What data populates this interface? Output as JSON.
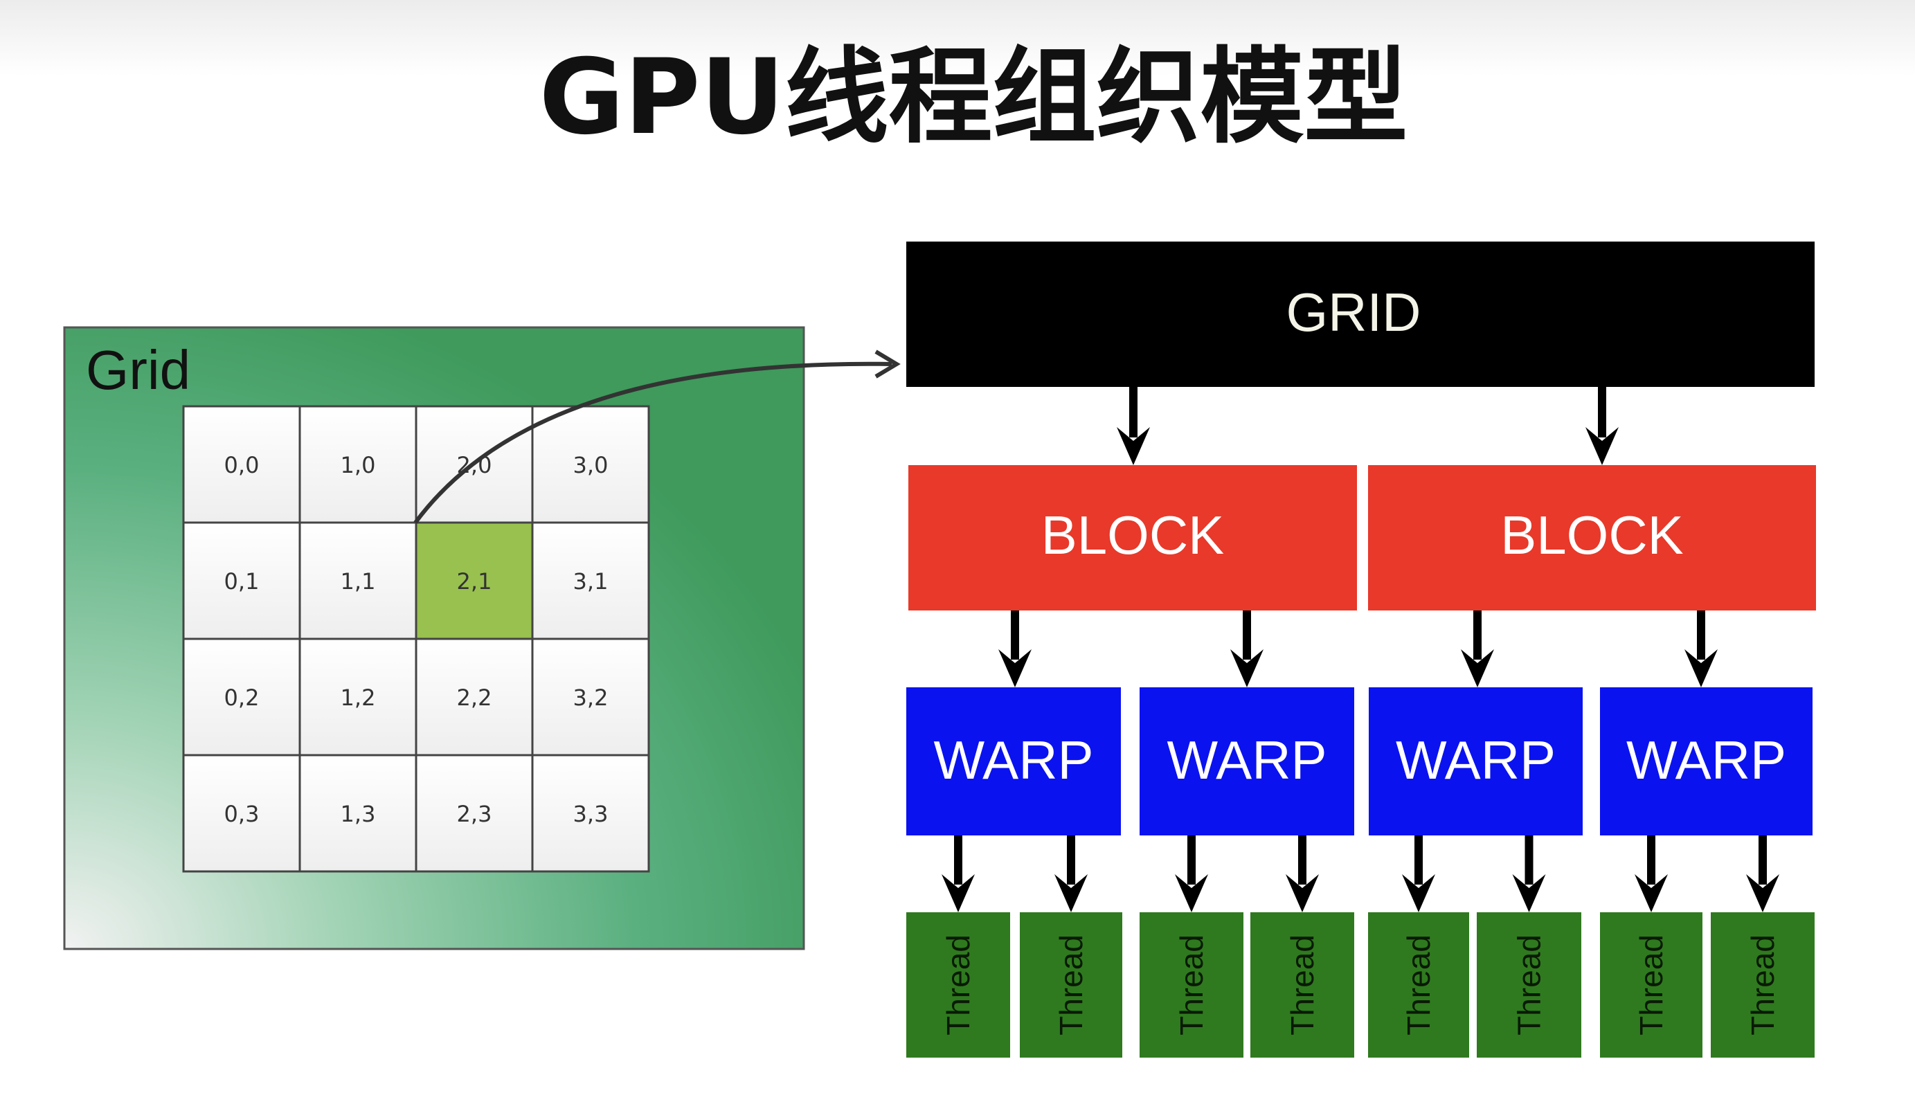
{
  "title": "GPU线程组织模型",
  "left_figure": {
    "label": "Grid",
    "highlighted_cell": "2,1",
    "cells": [
      [
        "0,0",
        "1,0",
        "2,0",
        "3,0"
      ],
      [
        "0,1",
        "1,1",
        "2,1",
        "3,1"
      ],
      [
        "0,2",
        "1,2",
        "2,2",
        "3,2"
      ],
      [
        "0,3",
        "1,3",
        "2,3",
        "3,3"
      ]
    ]
  },
  "hierarchy": {
    "grid": "GRID",
    "blocks": [
      "BLOCK",
      "BLOCK"
    ],
    "warps": [
      "WARP",
      "WARP",
      "WARP",
      "WARP"
    ],
    "threads": [
      "Thread",
      "Thread",
      "Thread",
      "Thread",
      "Thread",
      "Thread",
      "Thread",
      "Thread"
    ]
  },
  "colors": {
    "grid_box": "#000000",
    "block": "#e8392a",
    "warp": "#0a12f0",
    "thread": "#2f7a1f",
    "outer_grid_green": "#3f9a5c",
    "highlight_cell": "#99c14f"
  }
}
